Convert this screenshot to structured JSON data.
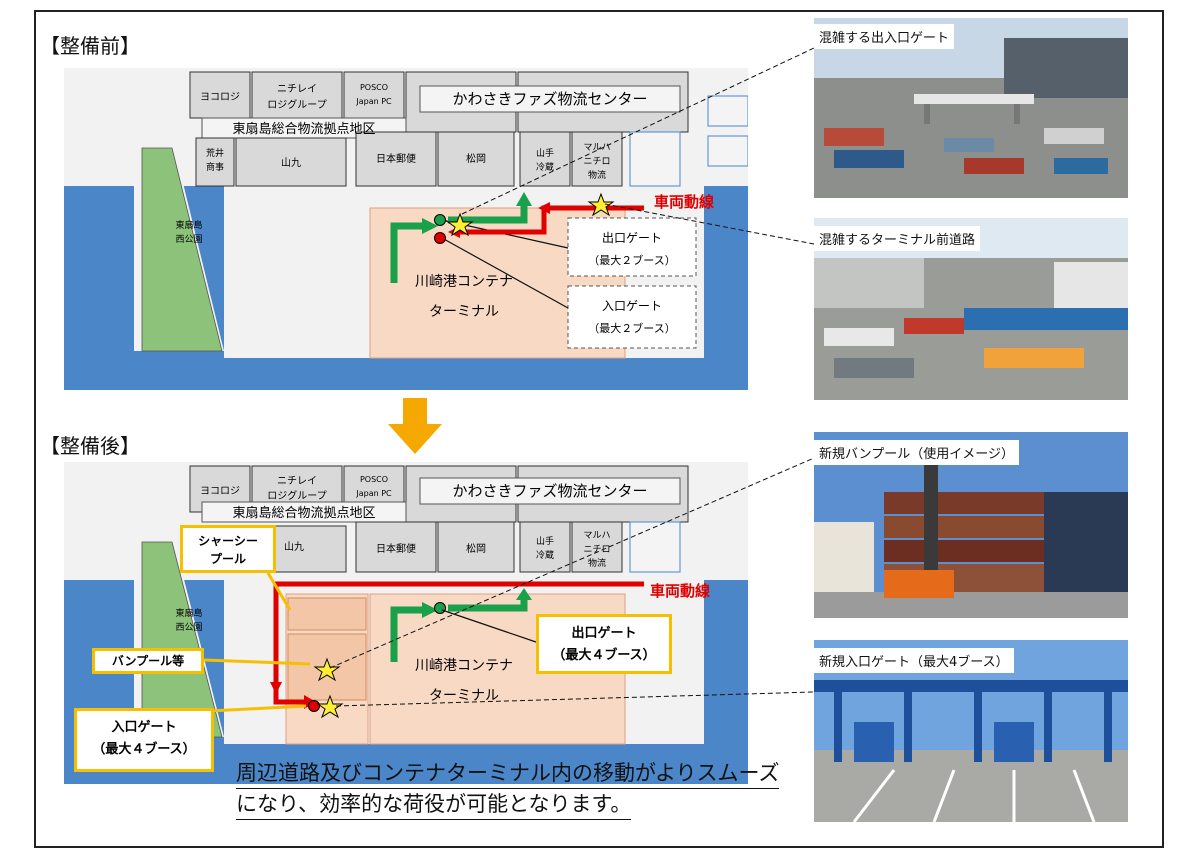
{
  "before": {
    "heading": "【整備前】",
    "buildings": {
      "yokorogi": "ヨコロジ",
      "nichirei_1": "ニチレイ",
      "nichirei_2": "ロジグループ",
      "posco_1": "POSCO",
      "posco_2": "Japan PC",
      "fazu": "かわさきファズ物流センター",
      "district": "東扇島総合物流拠点地区",
      "arai_1": "荒井",
      "arai_2": "商事",
      "yamakyu": "山九",
      "yusei": "日本郵便",
      "matsuoka": "松岡",
      "yamate_1": "山手",
      "yamate_2": "冷蔵",
      "maruha_1": "マルハ",
      "maruha_2": "ニチロ",
      "maruha_3": "物流",
      "park_1": "東扇島",
      "park_2": "西公園"
    },
    "terminal_1": "川崎港コンテナ",
    "terminal_2": "ターミナル",
    "vehicle_route": "車両動線",
    "exit_gate_1": "出口ゲート",
    "exit_gate_2": "（最大２ブース）",
    "entry_gate_1": "入口ゲート",
    "entry_gate_2": "（最大２ブース）"
  },
  "after": {
    "heading": "【整備後】",
    "buildings": {
      "yokorogi": "ヨコロジ",
      "nichirei_1": "ニチレイ",
      "nichirei_2": "ロジグループ",
      "posco_1": "POSCO",
      "posco_2": "Japan PC",
      "fazu": "かわさきファズ物流センター",
      "district": "東扇島総合物流拠点地区",
      "yamakyu": "山九",
      "yusei": "日本郵便",
      "matsuoka": "松岡",
      "yamate_1": "山手",
      "yamate_2": "冷蔵",
      "maruha_1": "マルハ",
      "maruha_2": "ニチロ",
      "maruha_3": "物流",
      "park_1": "東扇島",
      "park_2": "西公園"
    },
    "terminal_1": "川崎港コンテナ",
    "terminal_2": "ターミナル",
    "vehicle_route": "車両動線",
    "chassis_pool_1": "シャーシー",
    "chassis_pool_2": "プール",
    "van_pool": "バンプール等",
    "entry_gate_1": "入口ゲート",
    "entry_gate_2": "（最大４ブース）",
    "exit_gate_1": "出口ゲート",
    "exit_gate_2": "（最大４ブース）"
  },
  "photos": [
    {
      "caption": "混雑する出入口ゲート"
    },
    {
      "caption": "混雑するターミナル前道路"
    },
    {
      "caption": "新規バンプール（使用イメージ）"
    },
    {
      "caption": "新規入口ゲート（最大4ブース）"
    }
  ],
  "summary": {
    "line1": "周辺道路及びコンテナターミナル内の移動がよりスムーズ",
    "line2": "になり、効率的な荷役が可能となります。"
  },
  "colors": {
    "sea": "#4a86c8",
    "park": "#8cc27a",
    "terminal": "#f7d9c4",
    "route_red": "#e00000",
    "flow_green": "#1aa04a",
    "highlight_yellow": "#f5c000",
    "arrow_orange": "#f5a800"
  }
}
